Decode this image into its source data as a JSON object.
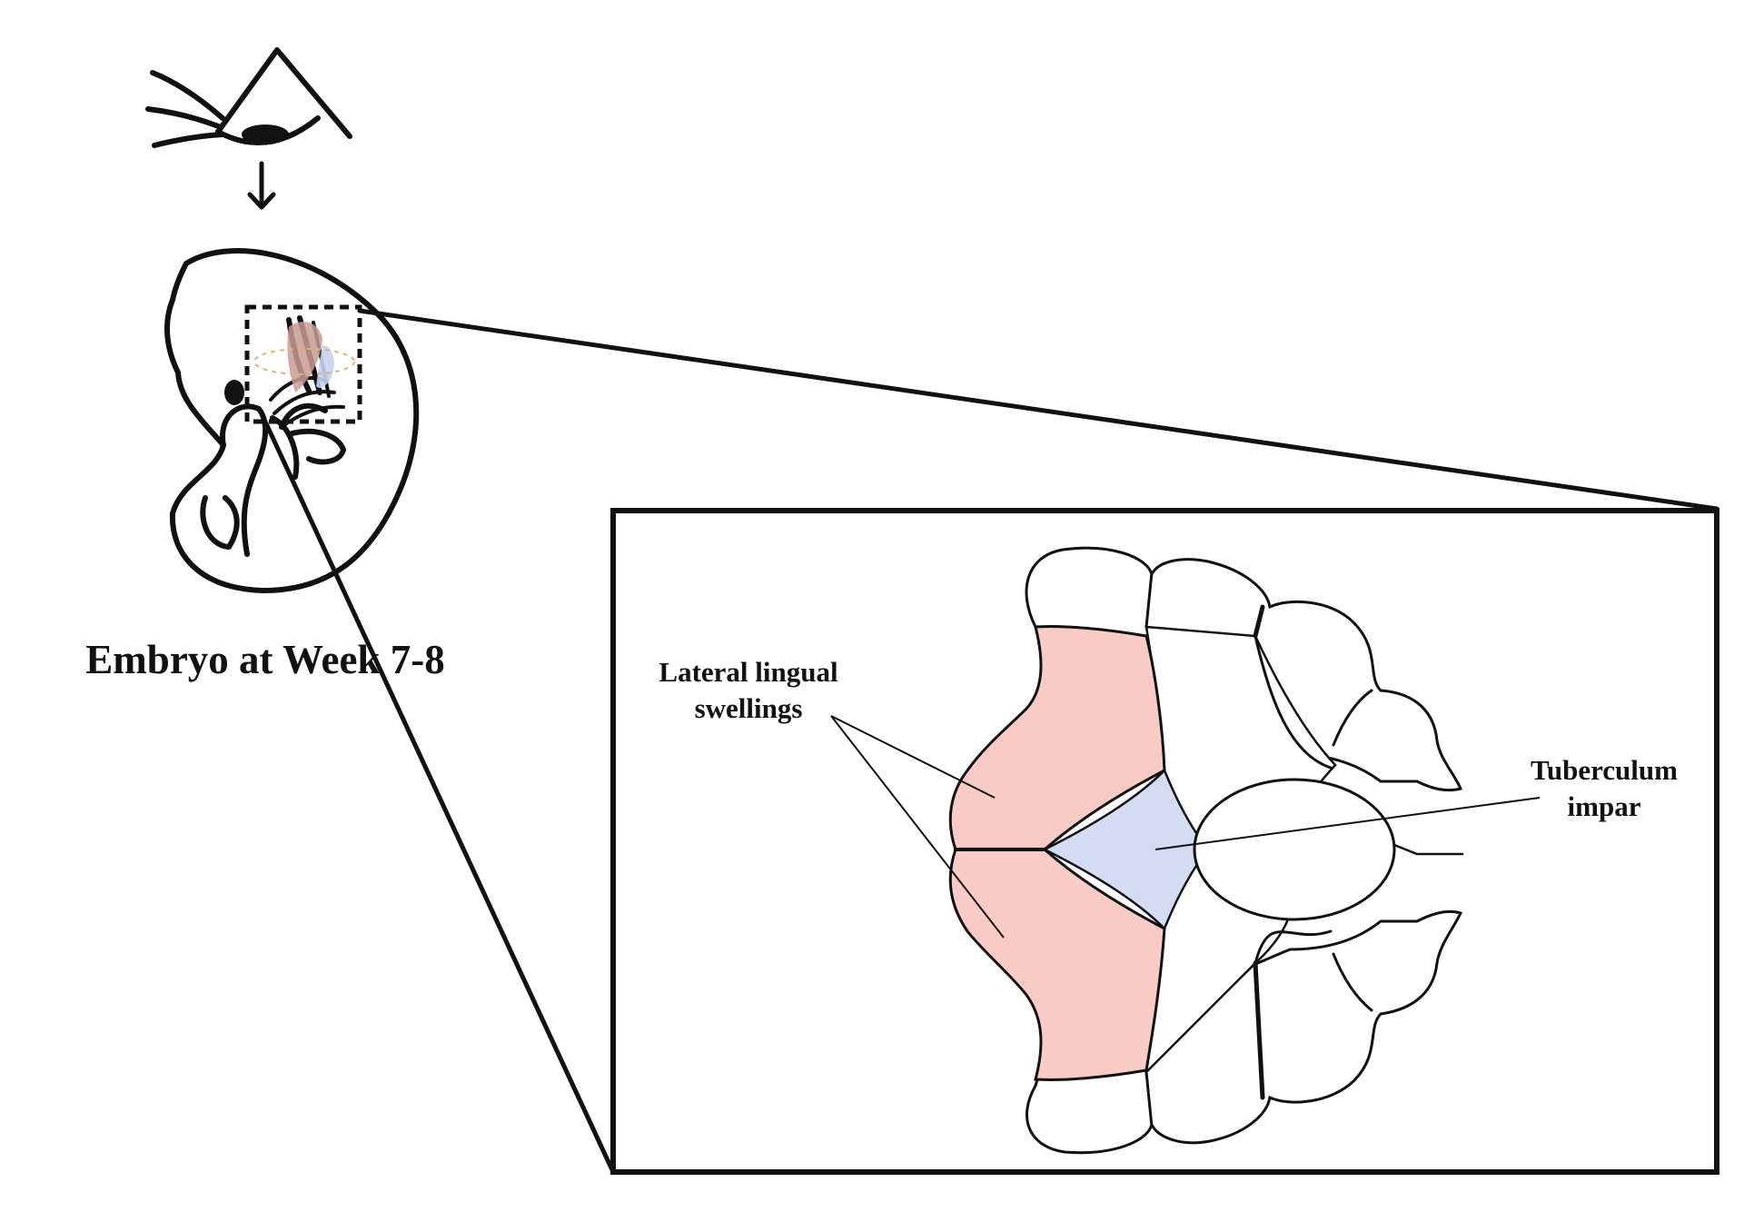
{
  "caption": "Embryo at Week 7-8",
  "labels": {
    "lateral_line1": "Lateral lingual",
    "lateral_line2": "swellings",
    "tuberculum_line1": "Tuberculum",
    "tuberculum_line2": "impar"
  },
  "colors": {
    "lateral_lingual_swelling": "#f8cbc5",
    "tuberculum_impar": "#d3dcf2",
    "outline": "#111111"
  },
  "icons": [
    "eye-icon",
    "down-arrow-icon"
  ]
}
